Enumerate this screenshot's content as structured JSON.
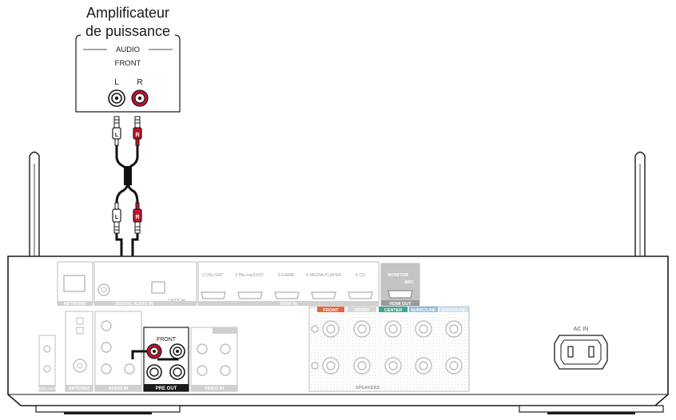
{
  "amp": {
    "title_line1": "Amplificateur",
    "title_line2": "de puissance",
    "section_label": "AUDIO",
    "channel_label": "FRONT",
    "left_label": "L",
    "right_label": "R"
  },
  "plug_letters": {
    "left": "L",
    "right": "R"
  },
  "receiver": {
    "network": "NETWORK",
    "digital_audio_in": "DIGITAL AUDIO IN",
    "optical": "OPTICAL",
    "hdmi_in": "HDMI IN",
    "hdmi_inputs": [
      "1 CBL/SAT",
      "2 Blu-ray/DVD",
      "3 GAME",
      "4 MEDIA PLAYER",
      "5 CD"
    ],
    "monitor": "MONITOR",
    "arc": "ARC",
    "hdmi_out": "HDMI OUT",
    "antenna": "ANTENNA",
    "audio_in": "AUDIO IN",
    "remote_control": "REMOTE CONTROL",
    "pre_out": "PRE OUT",
    "pre_out_front": "FRONT",
    "video_in": "VIDEO IN",
    "speakers": "SPEAKERS",
    "speaker_labels": [
      "FRONT",
      "FRONT",
      "CENTER",
      "SURROUND",
      "SURROUND"
    ],
    "ac_in": "AC IN"
  },
  "colors": {
    "red_jack": "#c8102e",
    "cable": "#111111",
    "front_r_badge": "#e8643c",
    "center_badge": "#3aa68f",
    "surround_badge": "#8fb8e0",
    "panel_outline": "#1a1a1a",
    "faded": "#bdbdbd"
  }
}
